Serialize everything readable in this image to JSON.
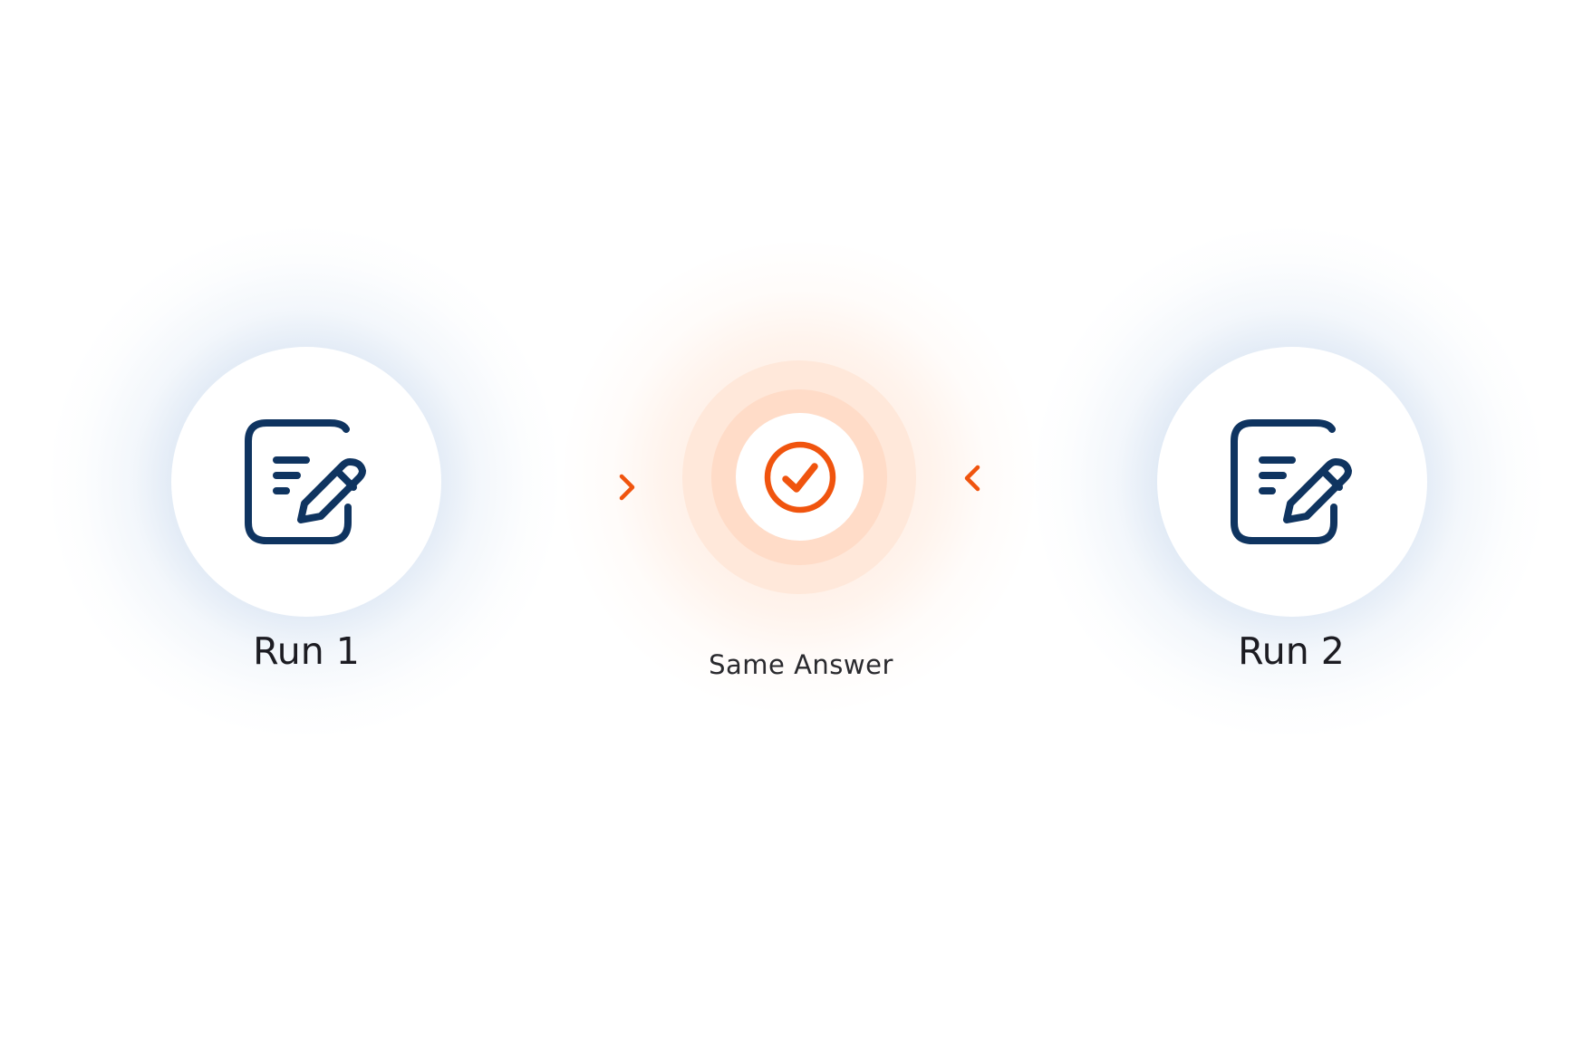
{
  "nodes": {
    "run1": {
      "label": "Run 1",
      "icon": "edit-note-icon"
    },
    "answer": {
      "label": "Same Answer",
      "icon": "check-circle-icon"
    },
    "run2": {
      "label": "Run 2",
      "icon": "edit-note-icon"
    }
  },
  "colors": {
    "navy": "#0f3460",
    "orange": "#f0540e",
    "glow_blue": "#c3d5ec",
    "ring_outer": "#ffe8da",
    "ring_middle": "#ffdcc8",
    "ring_inner": "#ffd0b6"
  }
}
